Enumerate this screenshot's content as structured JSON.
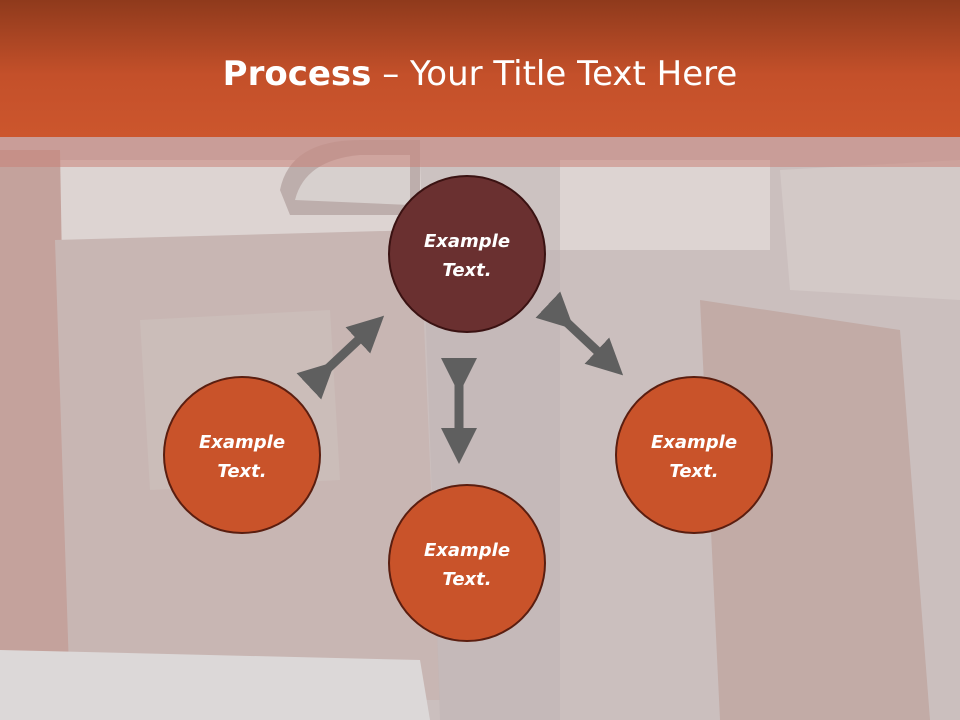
{
  "title": {
    "strong": "Process",
    "dash": " – ",
    "rest": "Your Title Text Here"
  },
  "nodes": [
    {
      "id": "top",
      "line1": "Example",
      "line2": "Text.",
      "fill": "#6a3030"
    },
    {
      "id": "left",
      "line1": "Example",
      "line2": "Text.",
      "fill": "#c9532a"
    },
    {
      "id": "right",
      "line1": "Example",
      "line2": "Text.",
      "fill": "#c9532a"
    },
    {
      "id": "bottom",
      "line1": "Example",
      "line2": "Text.",
      "fill": "#c9532a"
    }
  ],
  "colors": {
    "header": "#c4502a",
    "node_accent": "#6a3030",
    "node_default": "#c9532a",
    "node_stroke": "#5a1e10",
    "arrow": "#5f5f5f"
  }
}
